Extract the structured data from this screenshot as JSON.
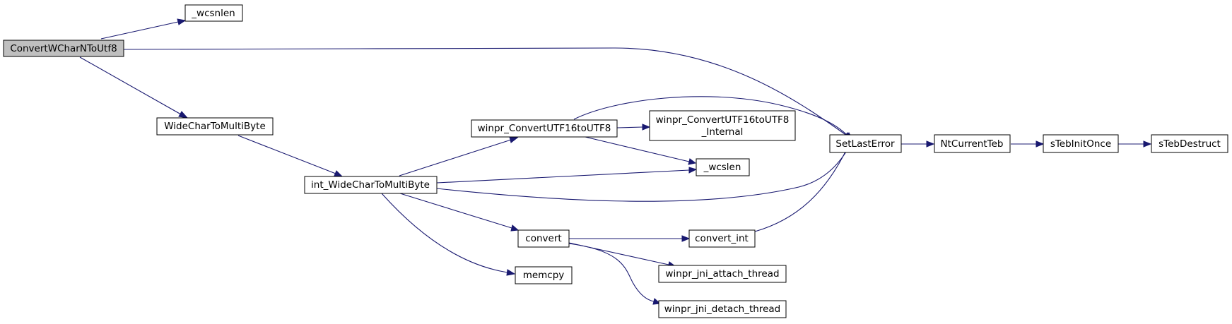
{
  "nodes": {
    "convert_wchar_n_to_utf8": {
      "label": "ConvertWCharNToUtf8",
      "is_root": true
    },
    "wcsnlen": {
      "label": "_wcsnlen"
    },
    "wide_char_to_multi_byte": {
      "label": "WideCharToMultiByte"
    },
    "int_wide_char_to_multi_byte": {
      "label": "int_WideCharToMultiByte"
    },
    "winpr_convert_utf16_to_utf8": {
      "label": "winpr_ConvertUTF16toUTF8"
    },
    "winpr_convert_utf16_to_utf8_internal": {
      "label_line1": "winpr_ConvertUTF16toUTF8",
      "label_line2": "_Internal"
    },
    "wcslen": {
      "label": "_wcslen"
    },
    "convert": {
      "label": "convert"
    },
    "convert_int": {
      "label": "convert_int"
    },
    "memcpy": {
      "label": "memcpy"
    },
    "winpr_jni_attach_thread": {
      "label": "winpr_jni_attach_thread"
    },
    "winpr_jni_detach_thread": {
      "label": "winpr_jni_detach_thread"
    },
    "set_last_error": {
      "label": "SetLastError"
    },
    "nt_current_teb": {
      "label": "NtCurrentTeb"
    },
    "s_teb_init_once": {
      "label": "sTebInitOnce"
    },
    "s_teb_destruct": {
      "label": "sTebDestruct"
    }
  },
  "edges": [
    {
      "from": "convert_wchar_n_to_utf8",
      "to": "wcsnlen"
    },
    {
      "from": "convert_wchar_n_to_utf8",
      "to": "set_last_error"
    },
    {
      "from": "convert_wchar_n_to_utf8",
      "to": "wide_char_to_multi_byte"
    },
    {
      "from": "wide_char_to_multi_byte",
      "to": "int_wide_char_to_multi_byte"
    },
    {
      "from": "int_wide_char_to_multi_byte",
      "to": "winpr_convert_utf16_to_utf8"
    },
    {
      "from": "int_wide_char_to_multi_byte",
      "to": "wcslen"
    },
    {
      "from": "int_wide_char_to_multi_byte",
      "to": "set_last_error"
    },
    {
      "from": "int_wide_char_to_multi_byte",
      "to": "convert"
    },
    {
      "from": "int_wide_char_to_multi_byte",
      "to": "memcpy"
    },
    {
      "from": "winpr_convert_utf16_to_utf8",
      "to": "winpr_convert_utf16_to_utf8_internal"
    },
    {
      "from": "winpr_convert_utf16_to_utf8",
      "to": "wcslen"
    },
    {
      "from": "winpr_convert_utf16_to_utf8",
      "to": "set_last_error"
    },
    {
      "from": "convert",
      "to": "convert_int"
    },
    {
      "from": "convert",
      "to": "winpr_jni_attach_thread"
    },
    {
      "from": "convert",
      "to": "winpr_jni_detach_thread"
    },
    {
      "from": "convert_int",
      "to": "set_last_error"
    },
    {
      "from": "set_last_error",
      "to": "nt_current_teb"
    },
    {
      "from": "nt_current_teb",
      "to": "s_teb_init_once"
    },
    {
      "from": "s_teb_init_once",
      "to": "s_teb_destruct"
    }
  ],
  "colors": {
    "edge": "#191970",
    "root_fill": "#bfbfbf",
    "node_fill": "#ffffff",
    "node_stroke": "#000000"
  }
}
